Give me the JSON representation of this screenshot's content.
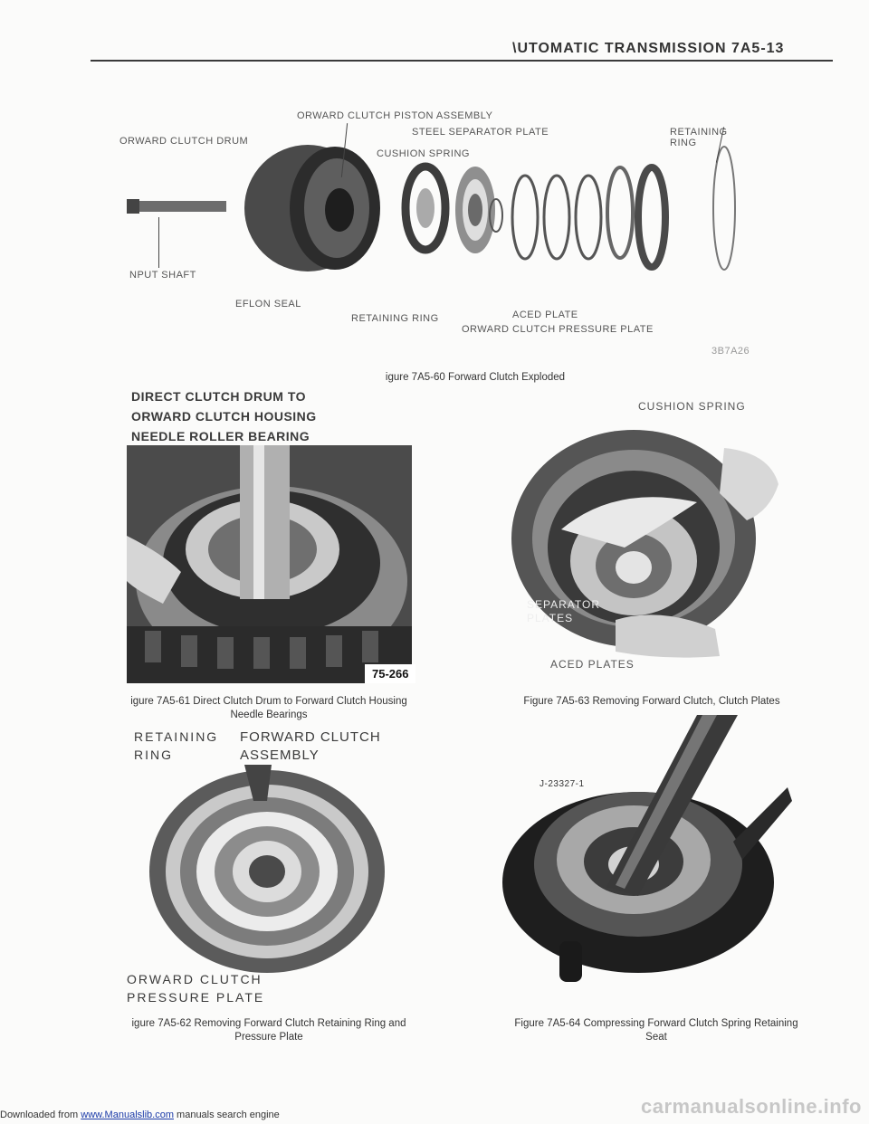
{
  "header": {
    "title": "\\UTOMATIC TRANSMISSION 7A5-13"
  },
  "fig60": {
    "labels": {
      "piston_assembly": "ORWARD CLUTCH PISTON ASSEMBLY",
      "drum": "ORWARD CLUTCH DRUM",
      "steel_plate": "STEEL SEPARATOR PLATE",
      "cushion_spring": "CUSHION SPRING",
      "retaining_ring_top_1": "RETAINING",
      "retaining_ring_top_2": "RING",
      "input_shaft": "NPUT SHAFT",
      "teflon_seal": "EFLON SEAL",
      "retaining_ring_bottom": "RETAINING RING",
      "faced_plate": "ACED PLATE",
      "pressure_plate": "ORWARD CLUTCH PRESSURE PLATE",
      "code": "3B7A26"
    },
    "caption": "igure 7A5-60 Forward Clutch Exploded"
  },
  "fig61": {
    "label_1": "DIRECT CLUTCH DRUM TO",
    "label_2": "ORWARD CLUTCH HOUSING",
    "label_3": "NEEDLE ROLLER BEARING",
    "badge": "75-266",
    "caption_1": "igure 7A5-61 Direct Clutch Drum to Forward Clutch Housing",
    "caption_2": "Needle Bearings"
  },
  "fig62": {
    "ring_1": "RETAINING",
    "ring_2": "RING",
    "assembly_1": "FORWARD CLUTCH",
    "assembly_2": "ASSEMBLY",
    "pressure_1": "ORWARD CLUTCH",
    "pressure_2": "PRESSURE PLATE",
    "caption_1": "igure 7A5-62 Removing Forward Clutch Retaining Ring and",
    "caption_2": "Pressure Plate"
  },
  "fig63": {
    "cushion": "CUSHION SPRING",
    "sep_1": "SEPARATOR",
    "sep_2": "PLATES",
    "faced": "ACED PLATES",
    "caption": "Figure 7A5-63 Removing Forward Clutch, Clutch Plates"
  },
  "fig64": {
    "tool": "J-23327-1",
    "caption_1": "Figure 7A5-64 Compressing Forward Clutch Spring Retaining",
    "caption_2": "Seat"
  },
  "footer": {
    "prefix": "Downloaded from ",
    "link": "www.Manualslib.com",
    "suffix": " manuals search engine",
    "watermark": "carmanualsonline.info"
  }
}
